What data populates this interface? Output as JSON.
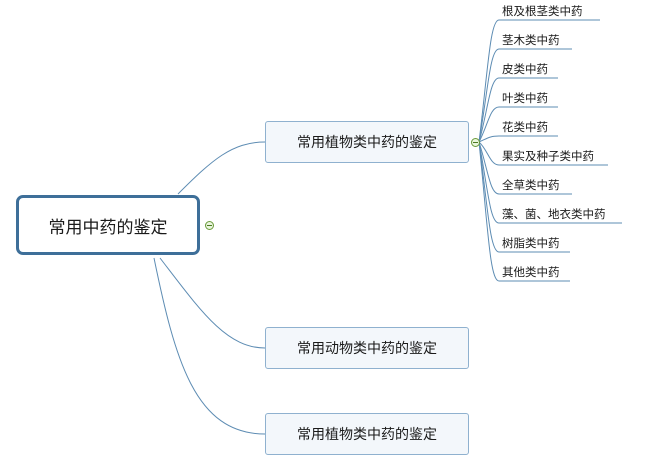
{
  "root": {
    "label": "常用中药的鉴定"
  },
  "branches": [
    {
      "label": "常用植物类中药的鉴定",
      "children": [
        "根及根茎类中药",
        "茎木类中药",
        "皮类中药",
        "叶类中药",
        "花类中药",
        "果实及种子类中药",
        "全草类中药",
        "藻、菌、地衣类中药",
        "树脂类中药",
        "其他类中药"
      ]
    },
    {
      "label": "常用动物类中药的鉴定"
    },
    {
      "label": "常用植物类中药的鉴定"
    }
  ],
  "colors": {
    "line": "#5d8cb3",
    "root_border": "#3e6f99",
    "branch_border": "#8fb1cf",
    "branch_fill": "#f3f7fb",
    "collapse": "#6a9b3a"
  }
}
